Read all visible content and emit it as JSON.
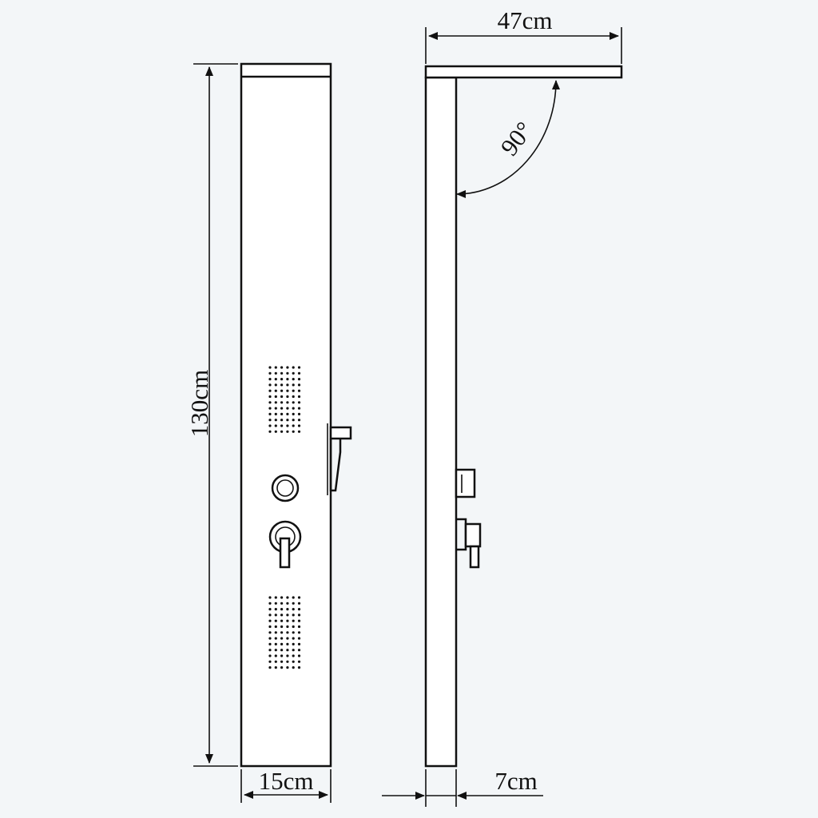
{
  "dimensions": {
    "height_label": "130cm",
    "front_width_label": "15cm",
    "depth_label": "7cm",
    "top_length_label": "47cm",
    "angle_label": "90°"
  },
  "colors": {
    "background": "#f3f6f8",
    "panel_fill": "#ffffff",
    "line": "#111111"
  }
}
